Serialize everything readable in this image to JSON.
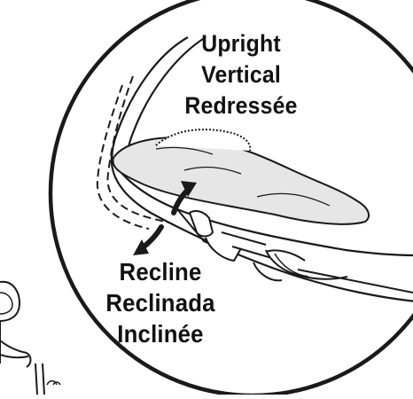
{
  "diagram": {
    "upright_labels": [
      "Upright",
      "Vertical",
      "Redressée"
    ],
    "recline_labels": [
      "Recline",
      "Reclinada",
      "Inclinée"
    ],
    "colors": {
      "line": "#1a1a1a",
      "fill": "#ffffff",
      "shade": "#e6e6e6"
    },
    "icons": {
      "detail_circle": "circle-frame",
      "up_arrow": "double-arrow",
      "down_arrow": "double-arrow"
    }
  }
}
